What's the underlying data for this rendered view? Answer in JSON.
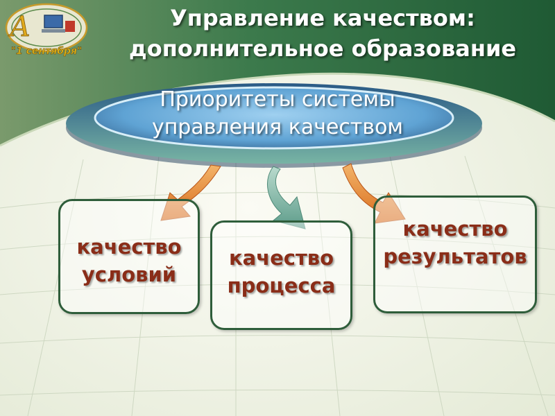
{
  "header": {
    "title_lines": [
      "Управление качеством:",
      "дополнительное образование"
    ]
  },
  "logo": {
    "letter": "А",
    "caption": "\"1 сентября\""
  },
  "diagram": {
    "center_lines": [
      "Приоритеты системы",
      "управления качеством"
    ],
    "nodes": [
      {
        "lines": [
          "качество",
          "условий"
        ]
      },
      {
        "lines": [
          "качество",
          "процесса"
        ]
      },
      {
        "lines": [
          "качество",
          "результатов"
        ]
      }
    ]
  },
  "colors": {
    "header_green": "#2f6a3d",
    "ellipse_blue": "#3c6f9c",
    "arrow_orange": "#e0822c",
    "arrow_teal": "#7fb3a6",
    "box_border": "#2e5d3a",
    "node_text": "#8a2d18"
  }
}
